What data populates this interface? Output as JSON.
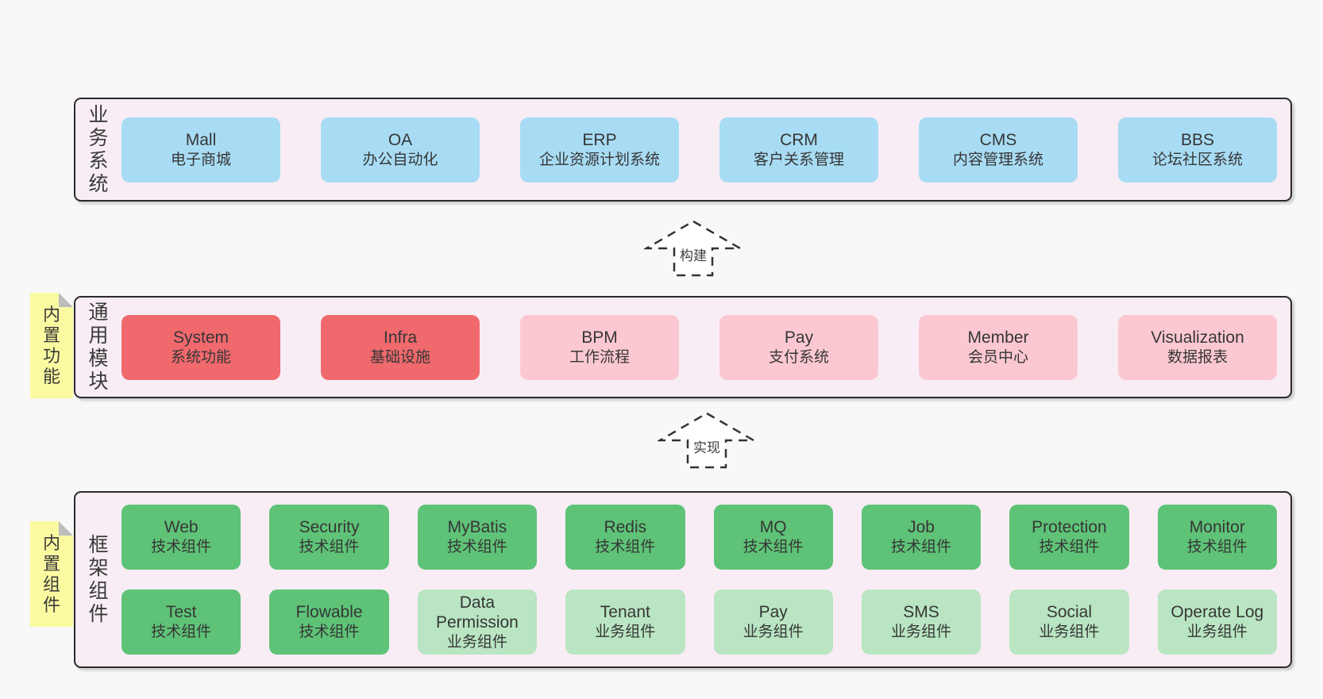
{
  "colors": {
    "page_background": "#f8f8f8",
    "container_fill": "#f8edf5",
    "container_border": "#2b2b2b",
    "blue_box": "#a8dcf4",
    "red_box": "#f0696d",
    "pink_box": "#fbc8d1",
    "green_box": "#5ec377",
    "light_green_box": "#b9e5c2",
    "sticky_note": "#fafaa1",
    "note_fold": "#bdbdbd",
    "text": "#363636"
  },
  "sections": [
    {
      "id": "business-systems",
      "label": "业务系统",
      "note": null,
      "rows": [
        [
          {
            "name": "Mall",
            "subtitle": "电子商城",
            "variant": "blue"
          },
          {
            "name": "OA",
            "subtitle": "办公自动化",
            "variant": "blue"
          },
          {
            "name": "ERP",
            "subtitle": "企业资源计划系统",
            "variant": "blue"
          },
          {
            "name": "CRM",
            "subtitle": "客户关系管理",
            "variant": "blue"
          },
          {
            "name": "CMS",
            "subtitle": "内容管理系统",
            "variant": "blue"
          },
          {
            "name": "BBS",
            "subtitle": "论坛社区系统",
            "variant": "blue"
          }
        ]
      ]
    },
    {
      "id": "common-modules",
      "label": "通用模块",
      "note": "内置功能",
      "rows": [
        [
          {
            "name": "System",
            "subtitle": "系统功能",
            "variant": "red"
          },
          {
            "name": "Infra",
            "subtitle": "基础设施",
            "variant": "red"
          },
          {
            "name": "BPM",
            "subtitle": "工作流程",
            "variant": "pink"
          },
          {
            "name": "Pay",
            "subtitle": "支付系统",
            "variant": "pink"
          },
          {
            "name": "Member",
            "subtitle": "会员中心",
            "variant": "pink"
          },
          {
            "name": "Visualization",
            "subtitle": "数据报表",
            "variant": "pink"
          }
        ]
      ]
    },
    {
      "id": "framework-components",
      "label": "框架组件",
      "note": "内置组件",
      "rows": [
        [
          {
            "name": "Web",
            "subtitle": "技术组件",
            "variant": "green"
          },
          {
            "name": "Security",
            "subtitle": "技术组件",
            "variant": "green"
          },
          {
            "name": "MyBatis",
            "subtitle": "技术组件",
            "variant": "green"
          },
          {
            "name": "Redis",
            "subtitle": "技术组件",
            "variant": "green"
          },
          {
            "name": "MQ",
            "subtitle": "技术组件",
            "variant": "green"
          },
          {
            "name": "Job",
            "subtitle": "技术组件",
            "variant": "green"
          },
          {
            "name": "Protection",
            "subtitle": "技术组件",
            "variant": "green"
          },
          {
            "name": "Monitor",
            "subtitle": "技术组件",
            "variant": "green"
          }
        ],
        [
          {
            "name": "Test",
            "subtitle": "技术组件",
            "variant": "green"
          },
          {
            "name": "Flowable",
            "subtitle": "技术组件",
            "variant": "green"
          },
          {
            "name": "Data Permission",
            "subtitle": "业务组件",
            "variant": "green-light"
          },
          {
            "name": "Tenant",
            "subtitle": "业务组件",
            "variant": "green-light"
          },
          {
            "name": "Pay",
            "subtitle": "业务组件",
            "variant": "green-light"
          },
          {
            "name": "SMS",
            "subtitle": "业务组件",
            "variant": "green-light"
          },
          {
            "name": "Social",
            "subtitle": "业务组件",
            "variant": "green-light"
          },
          {
            "name": "Operate Log",
            "subtitle": "业务组件",
            "variant": "green-light"
          }
        ]
      ]
    }
  ],
  "arrows": [
    {
      "id": "build",
      "label": "构建"
    },
    {
      "id": "implement",
      "label": "实现"
    }
  ]
}
